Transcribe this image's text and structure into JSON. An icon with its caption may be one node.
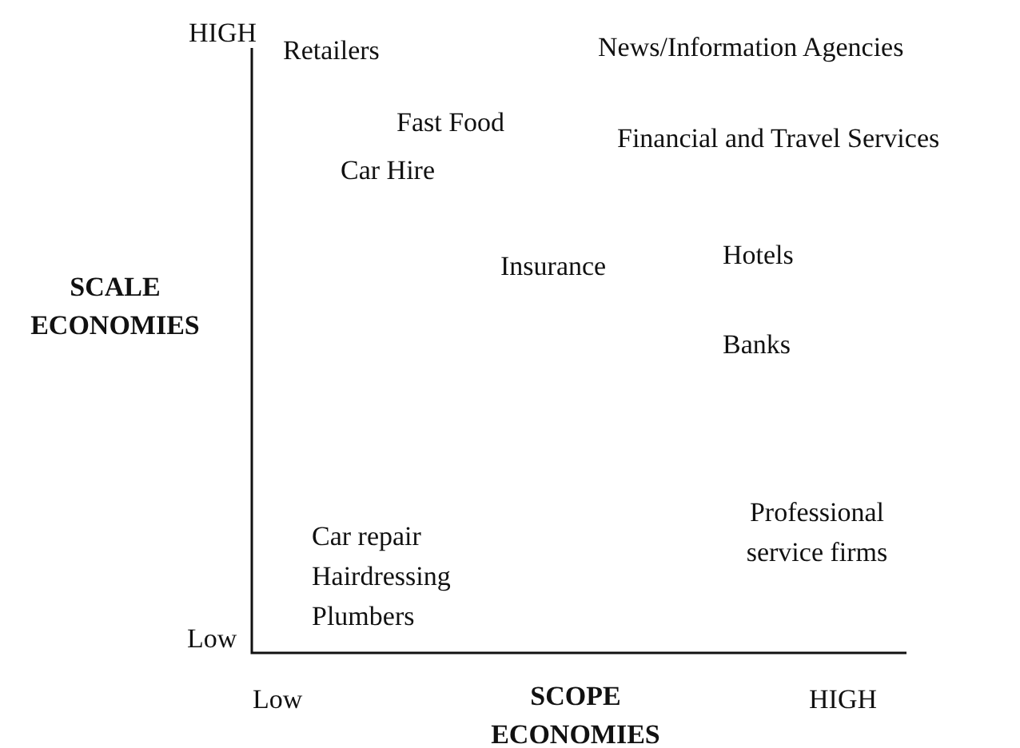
{
  "diagram": {
    "labels": [
      "HIGH",
      "Retailers",
      "News/Information Agencies",
      "Fast Food",
      "Financial and Travel Services",
      "Car Hire",
      "SCALE ECONOMIES",
      "Insurance",
      "Hotels",
      "Banks",
      "Professional service firms",
      "Car repair",
      "Hairdressing",
      "Plumbers",
      "Low",
      "Low",
      "SCOPE ECONOMIES",
      "HIGH"
    ]
  }
}
